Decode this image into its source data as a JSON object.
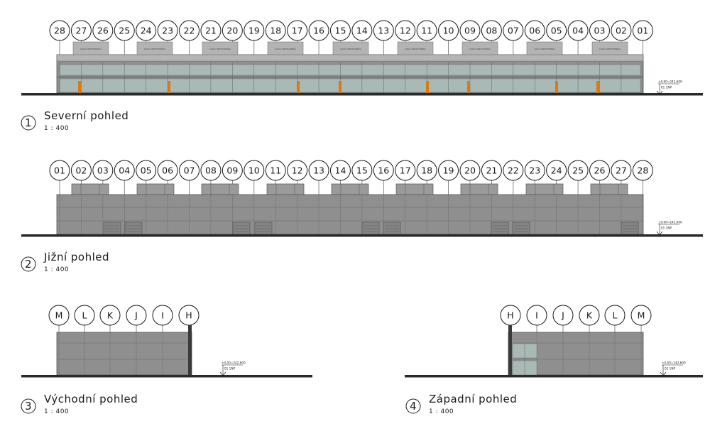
{
  "views": [
    {
      "number": "1",
      "title": "Severní pohled",
      "scale": "1 : 400",
      "grid_labels": [
        "28",
        "27",
        "26",
        "25",
        "24",
        "23",
        "22",
        "21",
        "20",
        "19",
        "18",
        "17",
        "16",
        "15",
        "14",
        "13",
        "12",
        "11",
        "10",
        "09",
        "08",
        "07",
        "06",
        "05",
        "04",
        "03",
        "02",
        "01"
      ],
      "level_label": "±0,00=242,600",
      "level_sub": "01 1NP",
      "sign_label": "LOGO OBCHODNÍKA"
    },
    {
      "number": "2",
      "title": "Jižní pohled",
      "scale": "1 : 400",
      "grid_labels": [
        "01",
        "02",
        "03",
        "04",
        "05",
        "06",
        "07",
        "08",
        "09",
        "10",
        "11",
        "12",
        "13",
        "14",
        "15",
        "16",
        "17",
        "18",
        "19",
        "20",
        "21",
        "22",
        "23",
        "24",
        "25",
        "26",
        "27",
        "28"
      ],
      "level_label": "±0,00=242,600",
      "level_sub": "01 1NP"
    },
    {
      "number": "3",
      "title": "Východní pohled",
      "scale": "1 : 400",
      "grid_labels": [
        "M",
        "L",
        "K",
        "J",
        "I",
        "H"
      ],
      "level_label": "±0,00=242,600",
      "level_sub": "01 1NP"
    },
    {
      "number": "4",
      "title": "Západní pohled",
      "scale": "1 : 400",
      "grid_labels": [
        "H",
        "I",
        "J",
        "K",
        "L",
        "M"
      ],
      "level_label": "±0,00=242,600",
      "level_sub": "01 1NP"
    }
  ],
  "colors": {
    "ink": "#1a1a1a",
    "ground": "#2a2a2a",
    "facade_grey": "#8f8f8f",
    "facade_dark": "#7a7a7a",
    "glazing": "#a9b9b6",
    "parapet": "#b5b5b5",
    "door_orange": "#d97a12"
  }
}
